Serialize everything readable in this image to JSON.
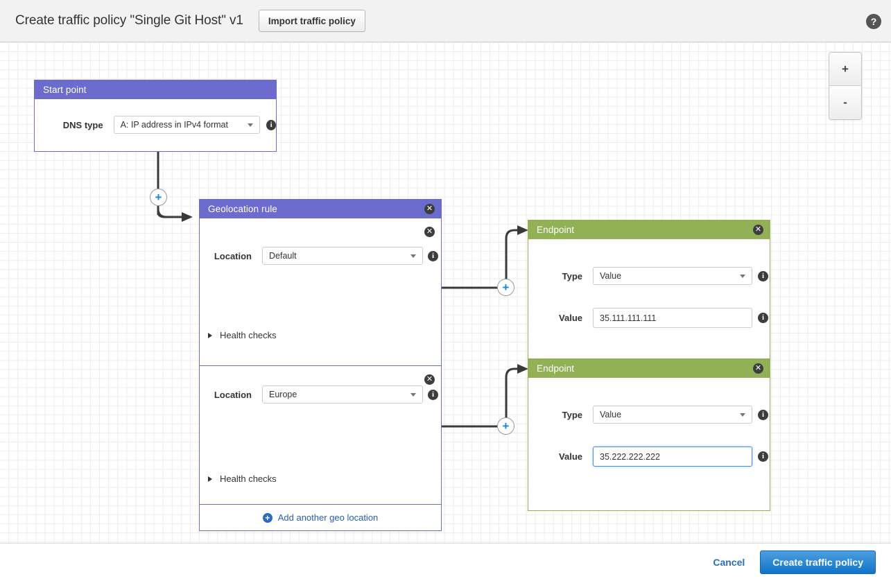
{
  "header": {
    "title": "Create traffic policy \"Single Git Host\" v1",
    "import_button": "Import traffic policy",
    "help_icon": "help-circle-icon",
    "help_glyph": "?"
  },
  "canvas": {
    "zoom_in_label": "+",
    "zoom_out_label": "-"
  },
  "start_point": {
    "title": "Start point",
    "dns_type_label": "DNS type",
    "dns_type_value": "A: IP address in IPv4 format",
    "info_glyph": "i"
  },
  "geolocation_rule": {
    "title": "Geolocation rule",
    "close_glyph": "✕",
    "add_another_label": "Add another geo location",
    "add_glyph": "+",
    "locations": [
      {
        "label": "Location",
        "value": "Default",
        "health_checks_label": "Health checks",
        "info_glyph": "i",
        "close_glyph": "✕"
      },
      {
        "label": "Location",
        "value": "Europe",
        "health_checks_label": "Health checks",
        "info_glyph": "i",
        "close_glyph": "✕"
      }
    ]
  },
  "endpoints": [
    {
      "title": "Endpoint",
      "type_label": "Type",
      "type_value": "Value",
      "value_label": "Value",
      "value": "35.111.111.111",
      "focused": false,
      "close_glyph": "✕",
      "info_glyph": "i"
    },
    {
      "title": "Endpoint",
      "type_label": "Type",
      "type_value": "Value",
      "value_label": "Value",
      "value": "35.222.222.222",
      "focused": true,
      "close_glyph": "✕",
      "info_glyph": "i"
    }
  ],
  "junctions": {
    "glyph": "+"
  },
  "footer": {
    "cancel_label": "Cancel",
    "submit_label": "Create traffic policy"
  },
  "colors": {
    "purple": "#6c6cce",
    "green": "#92b055",
    "accent_blue": "#1273c6",
    "link_blue": "#2a6ebb"
  }
}
